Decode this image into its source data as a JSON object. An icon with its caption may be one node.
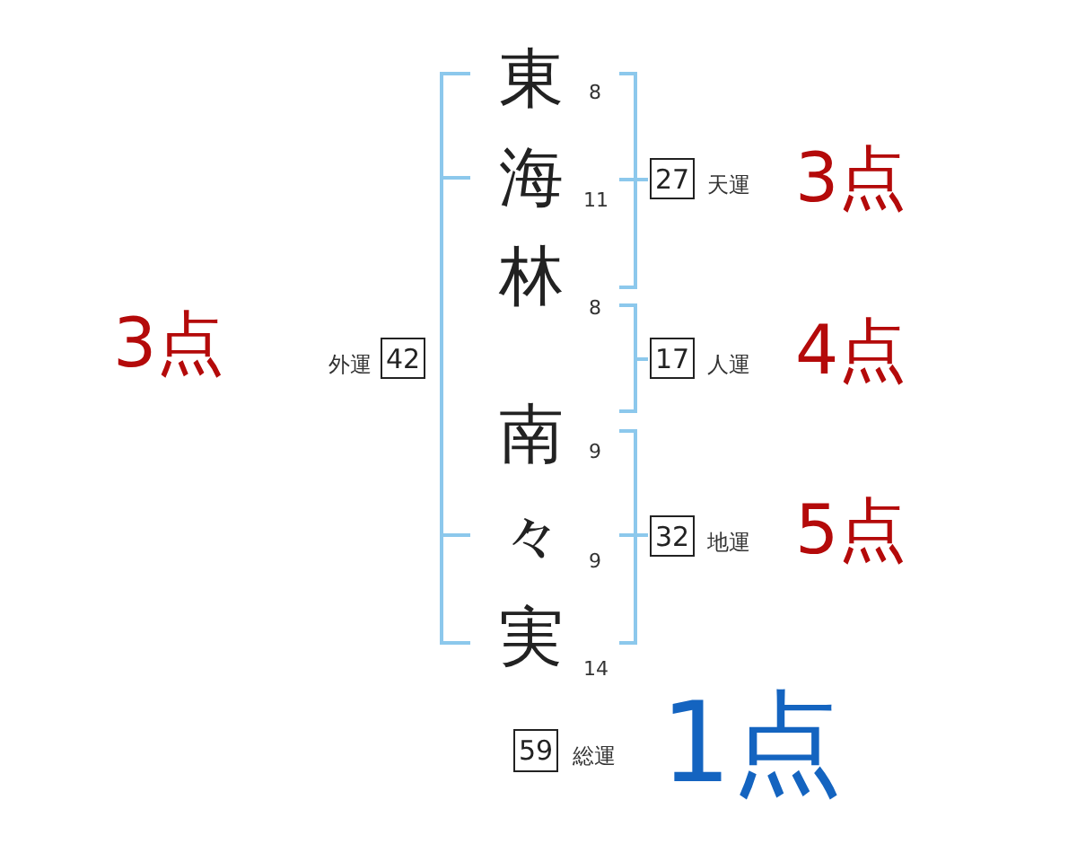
{
  "diagram": {
    "nodes": [
      {
        "text": [
          "27"
        ],
        "beside": [
          "天運"
        ]
      },
      {
        "text": [
          "42"
        ],
        "beside": [
          "外運"
        ]
      },
      {
        "text": [
          "17"
        ],
        "beside": [
          "人運"
        ]
      },
      {
        "text": [
          "32"
        ],
        "beside": [
          "地運"
        ]
      },
      {
        "text": [
          "59"
        ],
        "beside": [
          "総運"
        ]
      }
    ],
    "labels": [
      "東",
      "8",
      "海",
      "11",
      "3点",
      "林",
      "8",
      "3点",
      "4点",
      "南",
      "9",
      "々",
      "9",
      "5点",
      "実",
      "14",
      "1点"
    ]
  }
}
